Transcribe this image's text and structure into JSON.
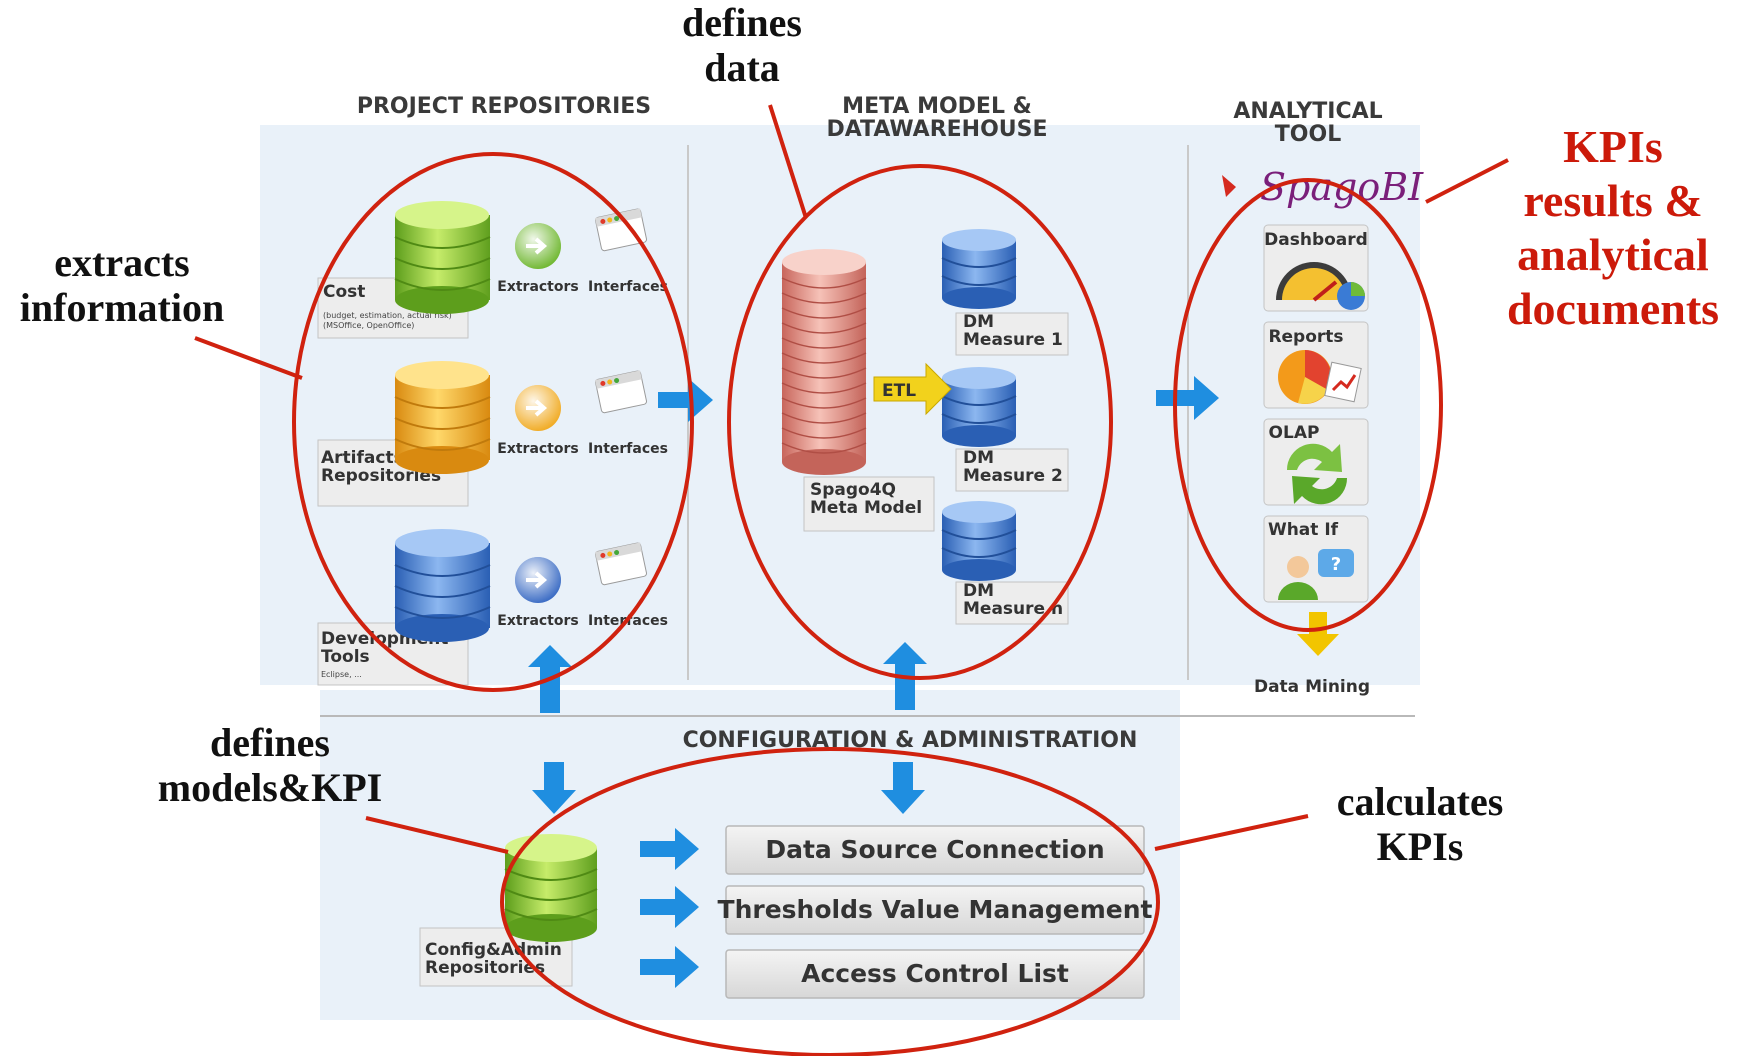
{
  "sections": {
    "repositories": "PROJECT REPOSITORIES",
    "metamodel": [
      "META MODEL &",
      "DATAWAREHOUSE"
    ],
    "analytical": [
      "ANALYTICAL",
      "TOOL"
    ],
    "config": "CONFIGURATION & ADMINISTRATION"
  },
  "repositories": {
    "cost": {
      "title": "Cost",
      "note1": "(budget, estimation, actual risk)",
      "note2": "(MSOffice, OpenOffice)"
    },
    "artifacts": {
      "title1": "Artifacts",
      "title2": "Repositories"
    },
    "devtools": {
      "title1": "Development",
      "title2": "Tools",
      "note": "Eclipse, ..."
    },
    "extractors": "Extractors",
    "interfaces": "Interfaces"
  },
  "metamodel": {
    "store1": "Spago4Q",
    "store2": "Meta Model",
    "etl": "ETL",
    "dm": "DM",
    "measure1": "Measure 1",
    "measure2": "Measure 2",
    "measuren": "Measure n"
  },
  "analytical": {
    "logo": "SpagoBI",
    "dashboard": "Dashboard",
    "reports": "Reports",
    "olap": "OLAP",
    "whatif": "What If",
    "datamining": "Data Mining"
  },
  "config": {
    "repo1": "Config&Admin",
    "repo2": "Repositories",
    "bar1": "Data Source Connection",
    "bar2": "Thresholds Value Management",
    "bar3": "Access Control List"
  },
  "annotations": {
    "extracts": [
      "extracts",
      "information"
    ],
    "definesData": [
      "defines",
      "data"
    ],
    "kpis": [
      "KPIs",
      "results &",
      "analytical",
      "documents"
    ],
    "definesModels": [
      "defines",
      "models&KPI"
    ],
    "calculates": [
      "calculates",
      "KPIs"
    ]
  },
  "colors": {
    "highlight": "#d0220f",
    "annotationRed": "#cc1a0a",
    "arrowBlue": "#1f8ee0",
    "arrowYellow": "#f2c500"
  }
}
